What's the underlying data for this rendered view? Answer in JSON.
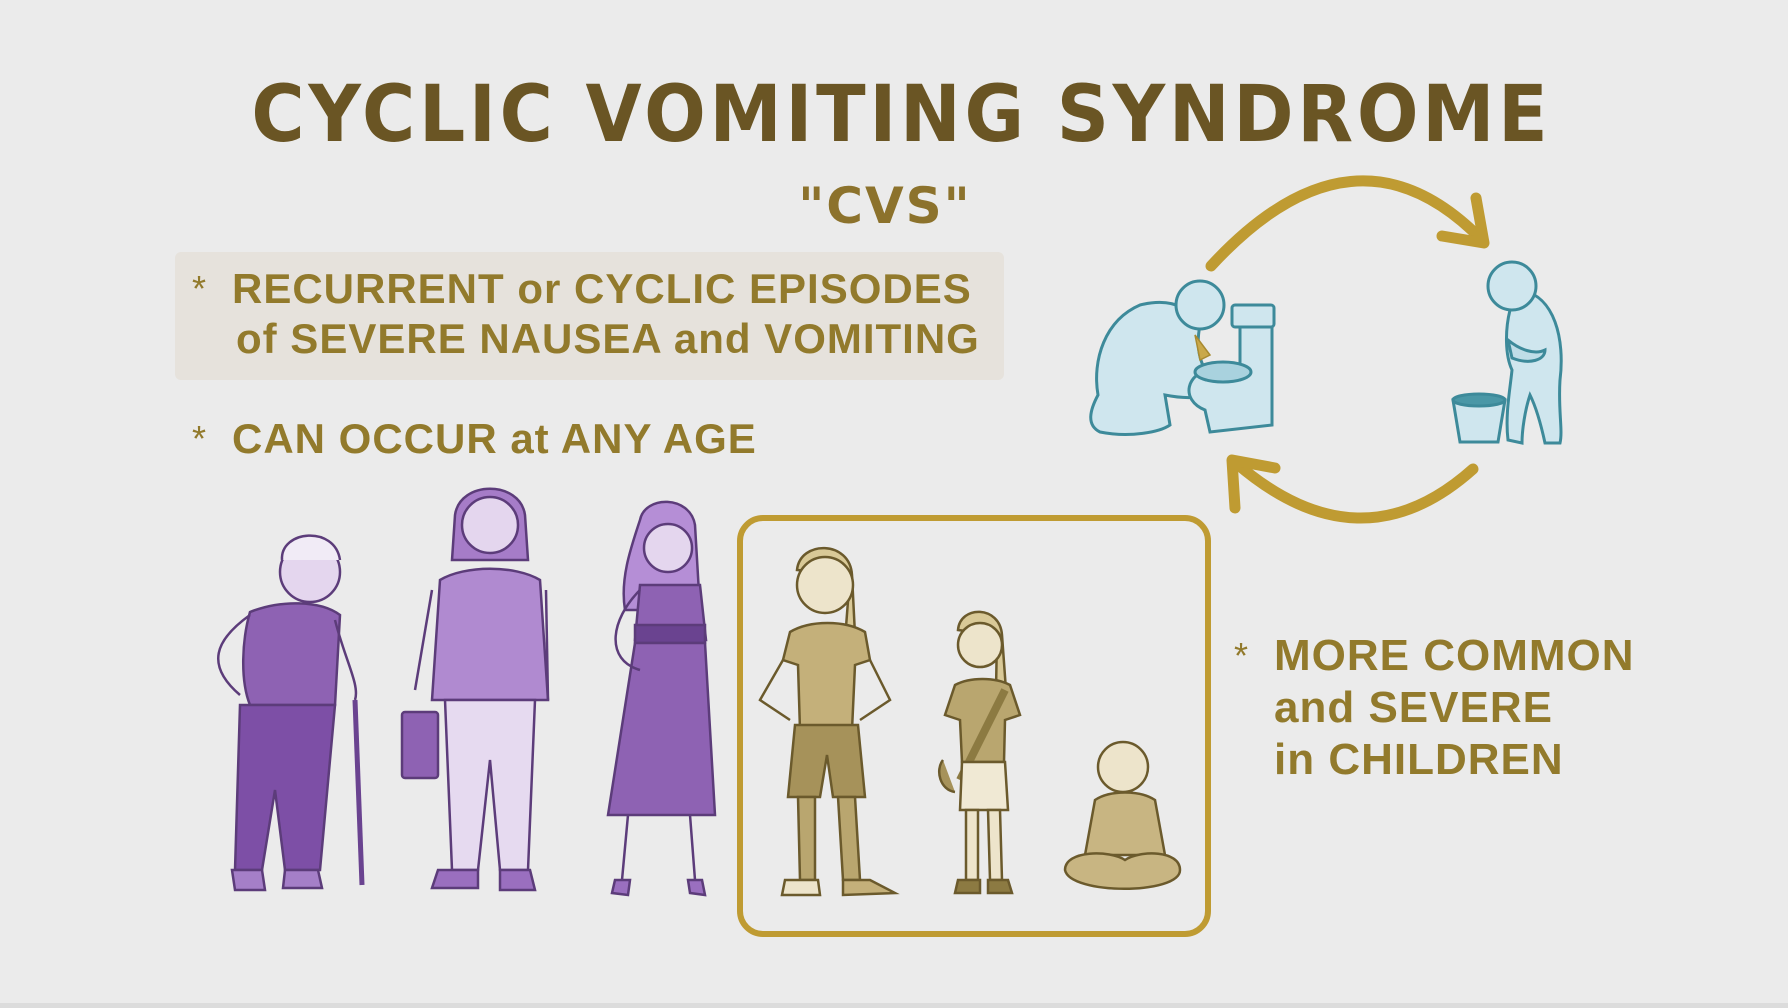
{
  "slide": {
    "title": "CYCLIC VOMITING SYNDROME",
    "abbreviation": "\"CVS\"",
    "bullets": [
      {
        "icon": "asterisk-bullet-icon",
        "lines": [
          "RECURRENT or CYCLIC EPISODES",
          "of SEVERE NAUSEA and VOMITING"
        ],
        "highlighted": true
      },
      {
        "icon": "asterisk-bullet-icon",
        "lines": [
          "CAN OCCUR at ANY AGE"
        ],
        "highlighted": false
      },
      {
        "icon": "asterisk-bullet-icon",
        "lines": [
          "MORE COMMON",
          "and SEVERE",
          "in CHILDREN"
        ],
        "highlighted": false
      }
    ],
    "bullet_symbol": "*",
    "cycle_diagram": {
      "stages": [
        "person-vomiting-into-toilet",
        "person-nauseous-with-bucket"
      ],
      "arrows": [
        "clockwise-top-arrow",
        "clockwise-bottom-arrow"
      ]
    },
    "age_groups": {
      "adults": [
        "elderly-woman-with-cane",
        "middle-aged-woman-with-briefcase",
        "young-woman-in-dress"
      ],
      "children": [
        "teen-girl",
        "young-girl-with-bag",
        "baby-sitting"
      ]
    }
  },
  "colors": {
    "background": "#ebebeb",
    "title": "#6a5524",
    "text_gold": "#927a2c",
    "accent_gold": "#bf9b32",
    "highlight_box": "#e6e2dc",
    "adult_purple": "#8e62b3",
    "adult_purple_light": "#c9aee0",
    "child_khaki": "#b9a66f",
    "figure_blue": "#cfe6ee",
    "figure_outline": "#3d8a9a"
  }
}
